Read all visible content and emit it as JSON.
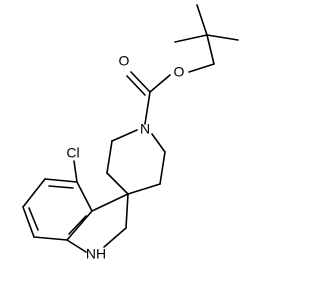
{
  "molecule": {
    "atoms": {
      "O_carbonyl": "O",
      "O_ester": "O",
      "N_piperidine": "N",
      "Cl": "Cl",
      "NH_indoline": "NH"
    }
  }
}
